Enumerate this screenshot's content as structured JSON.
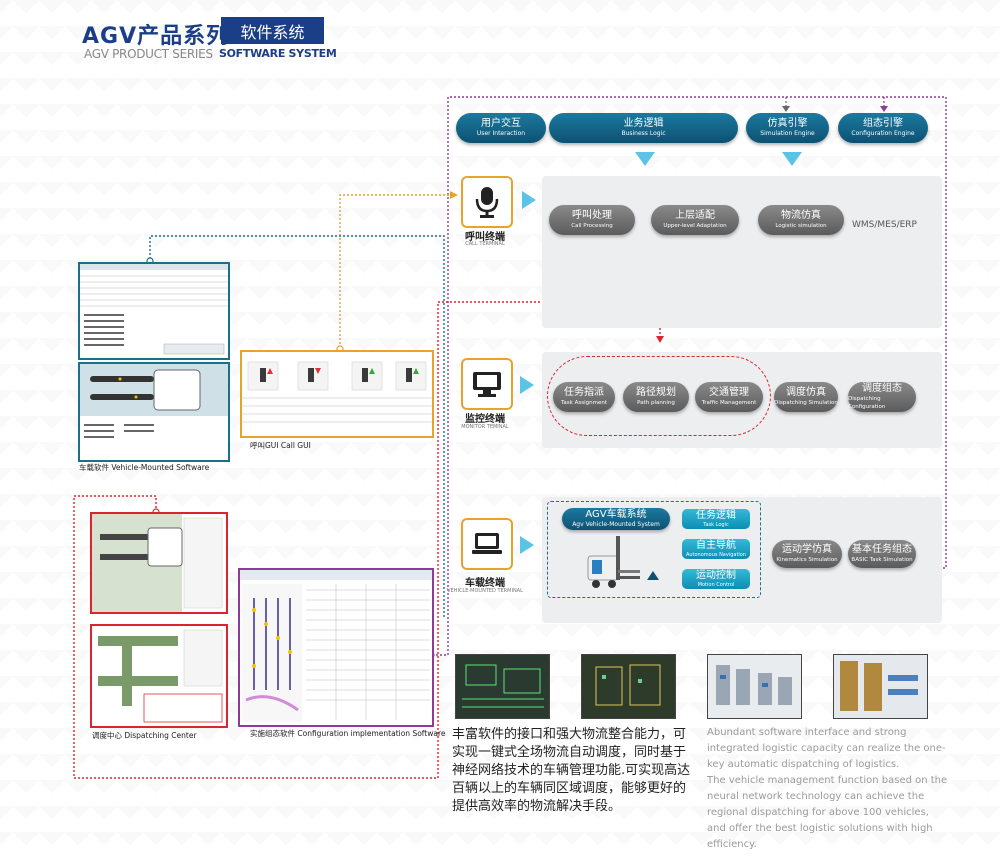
{
  "header": {
    "title": "AGV产品系列",
    "tag": "软件系统",
    "subtitle_en": "AGV PRODUCT SERIES",
    "tag_en": "SOFTWARE SYSTEM"
  },
  "top_modules": [
    {
      "zh": "用户交互",
      "en": "User Interaction"
    },
    {
      "zh": "业务逻辑",
      "en": "Business Logic"
    },
    {
      "zh": "仿真引擎",
      "en": "Simulation Engine"
    },
    {
      "zh": "组态引擎",
      "en": "Configuration Engine"
    }
  ],
  "call_terminal": {
    "zh": "呼叫终端",
    "en": "CALL TERMINAL",
    "items": [
      {
        "zh": "呼叫处理",
        "en": "Call Processing"
      },
      {
        "zh": "上层适配",
        "en": "Upper-level Adaptation"
      },
      {
        "zh": "物流仿真",
        "en": "Logistic simulation"
      }
    ],
    "wms": "WMS/MES/ERP"
  },
  "monitor_terminal": {
    "zh": "监控终端",
    "en": "MONITOR TEMINAL",
    "items": [
      {
        "zh": "任务指派",
        "en": "Task Assignment"
      },
      {
        "zh": "路径规划",
        "en": "Path planning"
      },
      {
        "zh": "交通管理",
        "en": "Traffic Management"
      },
      {
        "zh": "调度仿真",
        "en": "Dispatching Simulation"
      },
      {
        "zh": "调度组态",
        "en": "Dispatching Configuration"
      }
    ]
  },
  "vehicle_terminal": {
    "zh": "车载终端",
    "en": "VEHICLE-MOUNTED TERMINAL",
    "agv_title": "AGV车载系统",
    "agv_title_en": "Agv Vehicle-Mounted System",
    "blue_items": [
      {
        "zh": "任务逻辑",
        "en": "Task Logic"
      },
      {
        "zh": "自主导航",
        "en": "Autonomous Navigation"
      },
      {
        "zh": "运动控制",
        "en": "Motion Control"
      }
    ],
    "gray_items": [
      {
        "zh": "运动学仿真",
        "en": "Kinematics Simulation"
      },
      {
        "zh": "基本任务组态",
        "en": "BASIC Task Simulation"
      }
    ]
  },
  "captions": {
    "vehicle_software": "车载软件 Vehicle-Mounted Software",
    "call_gui": "呼叫GUI Call GUI",
    "dispatching_center": "调度中心 Dispatching Center",
    "configuration_software": "实施组态软件 Configuration implementation Software"
  },
  "description_cn": "丰富软件的接口和强大物流整合能力，可实现一键式全场物流自动调度，同时基于神经网络技术的车辆管理功能.可实现高达百辆以上的车辆同区域调度，能够更好的提供高效率的物流解决手段。",
  "description_en_1": "Abundant software interface and strong integrated logistic capacity can realize the one-key automatic dispatching of logistics.",
  "description_en_2": "The vehicle management function based on the neural network technology can achieve the regional dispatching for above 100 vehicles, and offer the best logistic solutions with high efficiency.",
  "colors": {
    "navy": "#1a3f88",
    "teal": "#0d5173",
    "orange": "#e9a22a",
    "red": "#d9252e",
    "purple": "#8e3a9a",
    "cyan": "#5bc3e6"
  }
}
